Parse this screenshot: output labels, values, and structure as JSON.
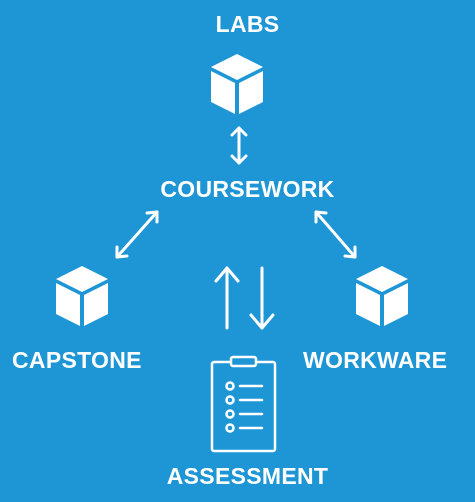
{
  "colors": {
    "background": "#1e96d6",
    "foreground": "#ffffff"
  },
  "nodes": {
    "labs": {
      "label": "LABS",
      "icon": "cube-icon"
    },
    "coursework": {
      "label": "COURSEWORK"
    },
    "capstone": {
      "label": "CAPSTONE",
      "icon": "cube-icon"
    },
    "workware": {
      "label": "WORKWARE",
      "icon": "cube-icon"
    },
    "assessment": {
      "label": "ASSESSMENT",
      "icon": "clipboard-checklist-icon"
    }
  },
  "connectors": [
    {
      "from": "labs",
      "to": "coursework",
      "type": "bidirectional"
    },
    {
      "from": "coursework",
      "to": "capstone",
      "type": "bidirectional"
    },
    {
      "from": "coursework",
      "to": "workware",
      "type": "bidirectional"
    },
    {
      "from": "coursework",
      "to": "assessment",
      "type": "up-down-pair"
    }
  ]
}
